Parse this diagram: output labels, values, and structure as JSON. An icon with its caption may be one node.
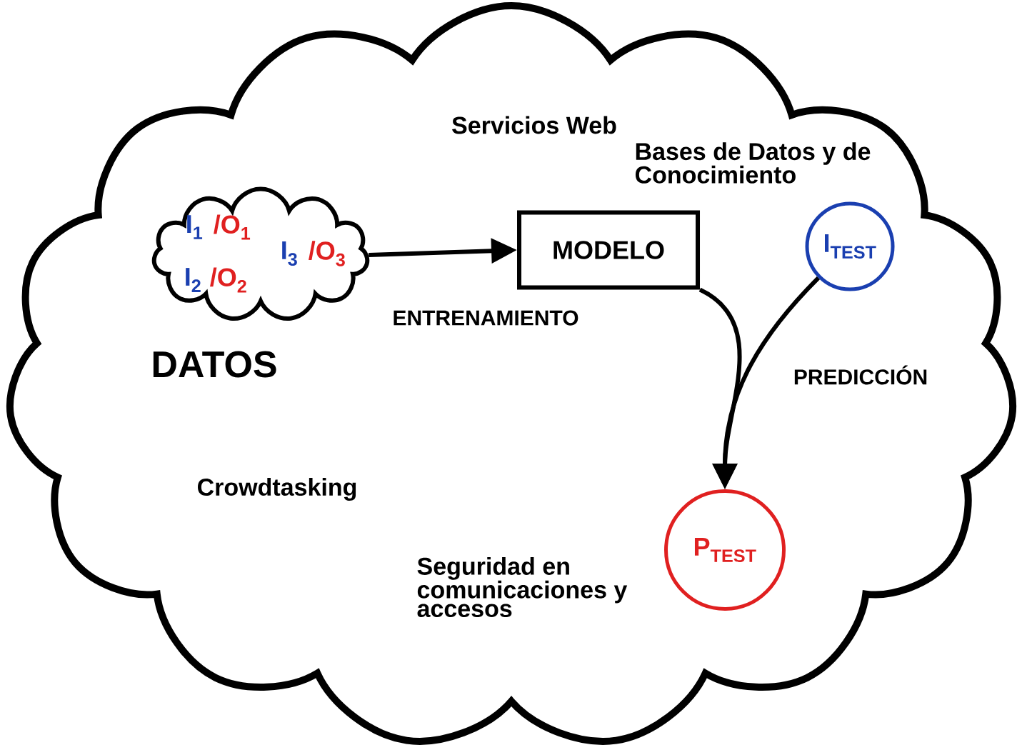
{
  "diagram": {
    "nodes": [
      {
        "text": [
          "Servicios Web",
          "Bases de Datos y de Conocimiento",
          "Crowdtasking",
          "Seguridad en comunicaciones y accesos"
        ]
      },
      {
        "text": [
          "I$_{1}$",
          "/O$_{1}$",
          "I$_{2}$",
          "/O$_{2}$",
          "I$_{3}$",
          "/O$_{3}$"
        ],
        "beside": [
          "DATOS"
        ],
        "in": 0
      },
      {
        "text": [
          "MODELO"
        ],
        "in": 0
      },
      {
        "text": [
          "I$_{TEST}$"
        ],
        "in": 0
      },
      {
        "text": [
          "P$_{TEST}$"
        ],
        "in": 0
      }
    ],
    "edges": [
      {
        "from": 1,
        "to": 2,
        "arrow": "to",
        "label": "ENTRENAMIENTO"
      },
      {
        "from": 2,
        "to": 4,
        "arrow": "to"
      },
      {
        "from": 3,
        "to": 4,
        "arrow": "to",
        "label": "PREDICCIÓN"
      }
    ]
  }
}
